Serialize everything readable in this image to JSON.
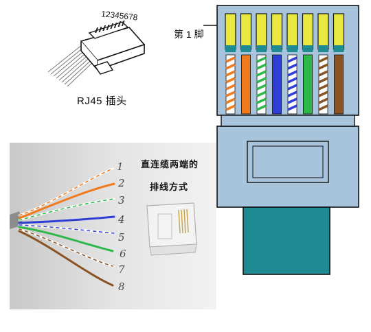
{
  "rj45_plug": {
    "pin_numbers": "12345678",
    "caption": "RJ45 插头"
  },
  "connector_diagram": {
    "pin1_label": "第 1 脚",
    "pin_colors": [
      {
        "pin": 1,
        "base": "#ffffff",
        "stripe": "#f07a1e",
        "head": "#e8e840"
      },
      {
        "pin": 2,
        "base": "#f07a1e",
        "stripe": "#f07a1e",
        "head": "#e8e840"
      },
      {
        "pin": 3,
        "base": "#ffffff",
        "stripe": "#2fb84a",
        "head": "#e8e840"
      },
      {
        "pin": 4,
        "base": "#2f3fd6",
        "stripe": "#2f3fd6",
        "head": "#e8e840"
      },
      {
        "pin": 5,
        "base": "#ffffff",
        "stripe": "#2f3fd6",
        "head": "#e8e840"
      },
      {
        "pin": 6,
        "base": "#2fb84a",
        "stripe": "#2fb84a",
        "head": "#e8e840"
      },
      {
        "pin": 7,
        "base": "#ffffff",
        "stripe": "#8a5324",
        "head": "#e8e840"
      },
      {
        "pin": 8,
        "base": "#8a5324",
        "stripe": "#8a5324",
        "head": "#e8e840"
      }
    ],
    "body_color": "#a8c4dc",
    "boot_color": "#1e8a92"
  },
  "photo": {
    "title_line1": "直连缆两端的",
    "title_line2": "排线方式",
    "wire_numbers": [
      "1",
      "2",
      "3",
      "4",
      "5",
      "6",
      "7",
      "8"
    ]
  }
}
